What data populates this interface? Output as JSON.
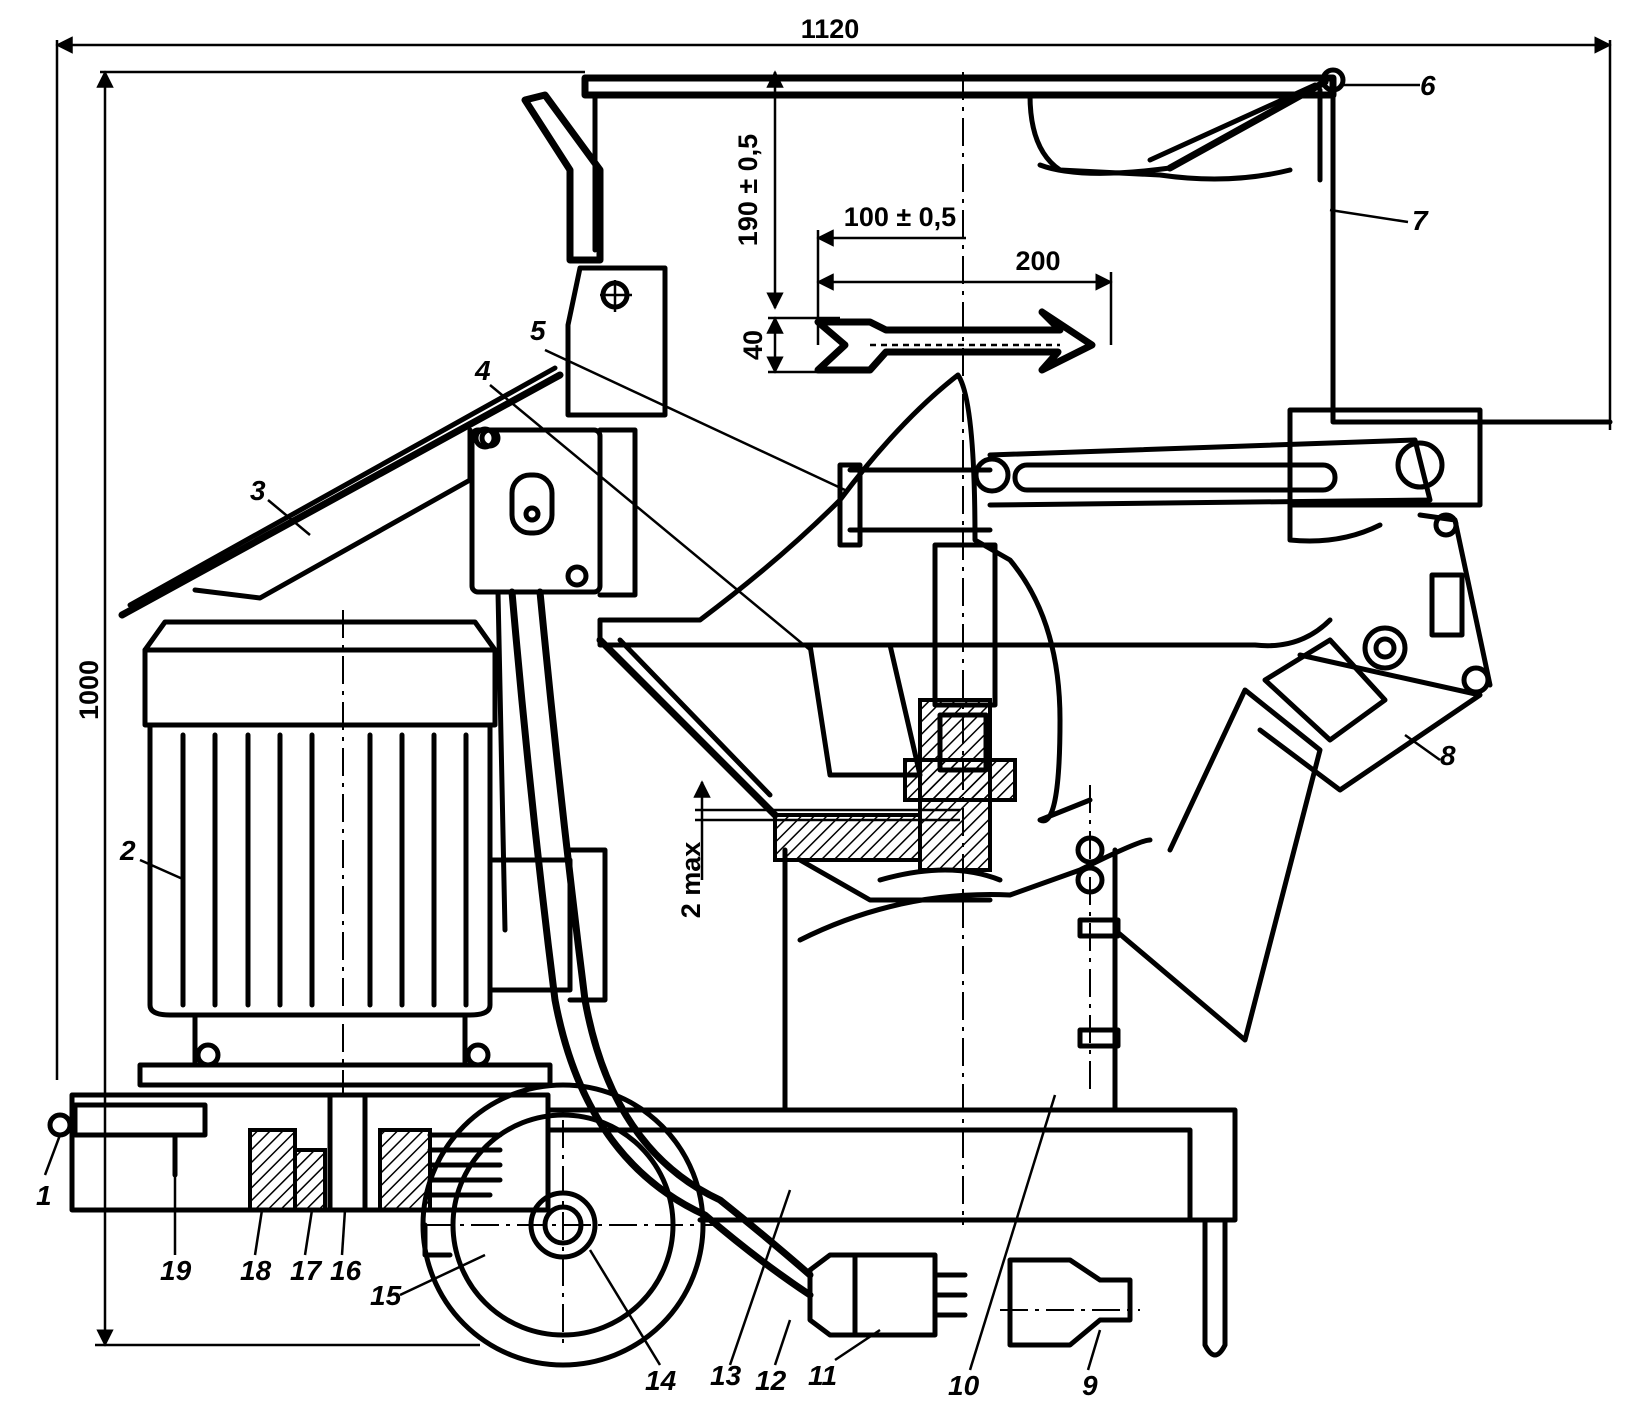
{
  "dimensions": {
    "overall_width": "1120",
    "overall_height": "1000",
    "hopper_height": "190 ± 0,5",
    "blade_offset": "100 ± 0,5",
    "blade_length": "200",
    "blade_width": "40",
    "gap": "2 max"
  },
  "callouts": {
    "c1": "1",
    "c2": "2",
    "c3": "3",
    "c4": "4",
    "c5": "5",
    "c6": "6",
    "c7": "7",
    "c8": "8",
    "c9": "9",
    "c10": "10",
    "c11": "11",
    "c12": "12",
    "c13": "13",
    "c14": "14",
    "c15": "15",
    "c16": "16",
    "c17": "17",
    "c18": "18",
    "c19": "19"
  }
}
